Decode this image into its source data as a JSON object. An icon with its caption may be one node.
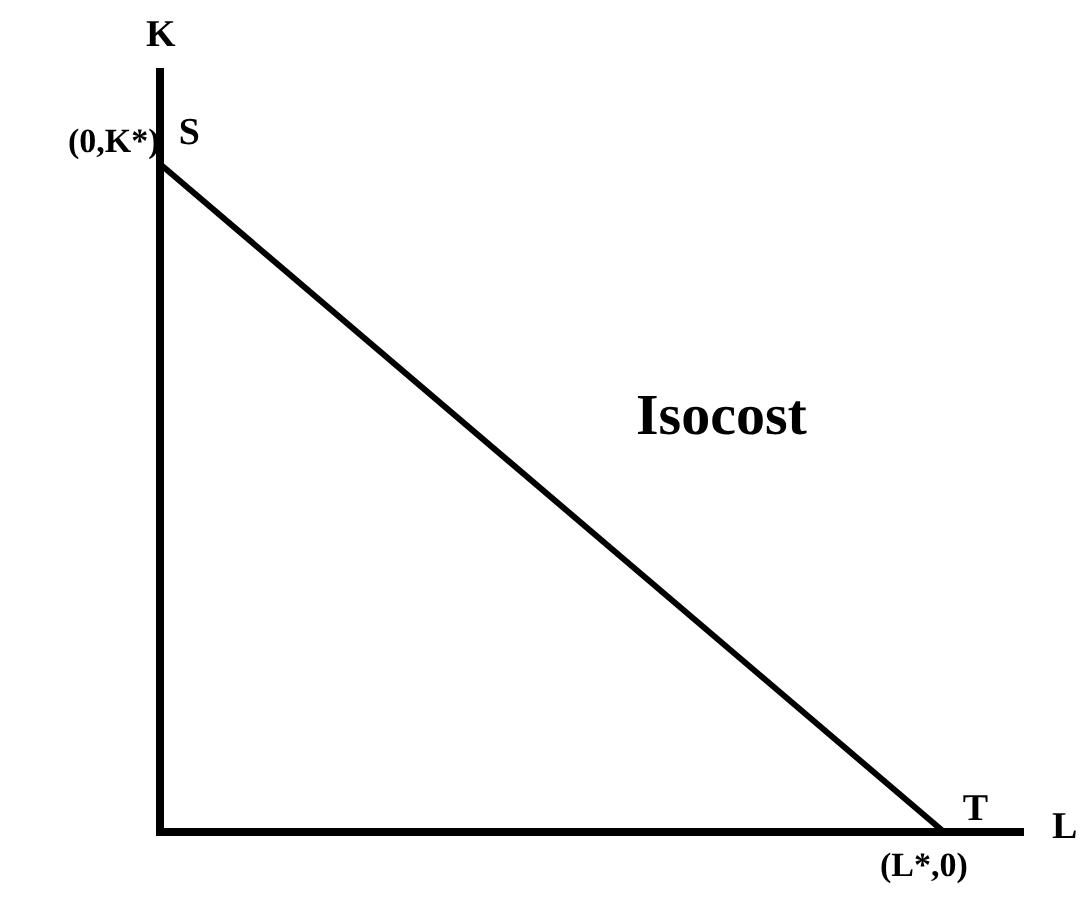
{
  "diagram": {
    "nodes": [
      {
        "text": [
          "S"
        ],
        "beside": [
          "(0,K*)"
        ]
      },
      {
        "text": [
          "T"
        ],
        "beside": [
          "(L*,0)"
        ]
      }
    ],
    "edges": [
      {
        "from": 0,
        "to": 1,
        "arrow": "none",
        "label": "Isocost"
      }
    ],
    "labels": [
      "K",
      "L"
    ]
  }
}
